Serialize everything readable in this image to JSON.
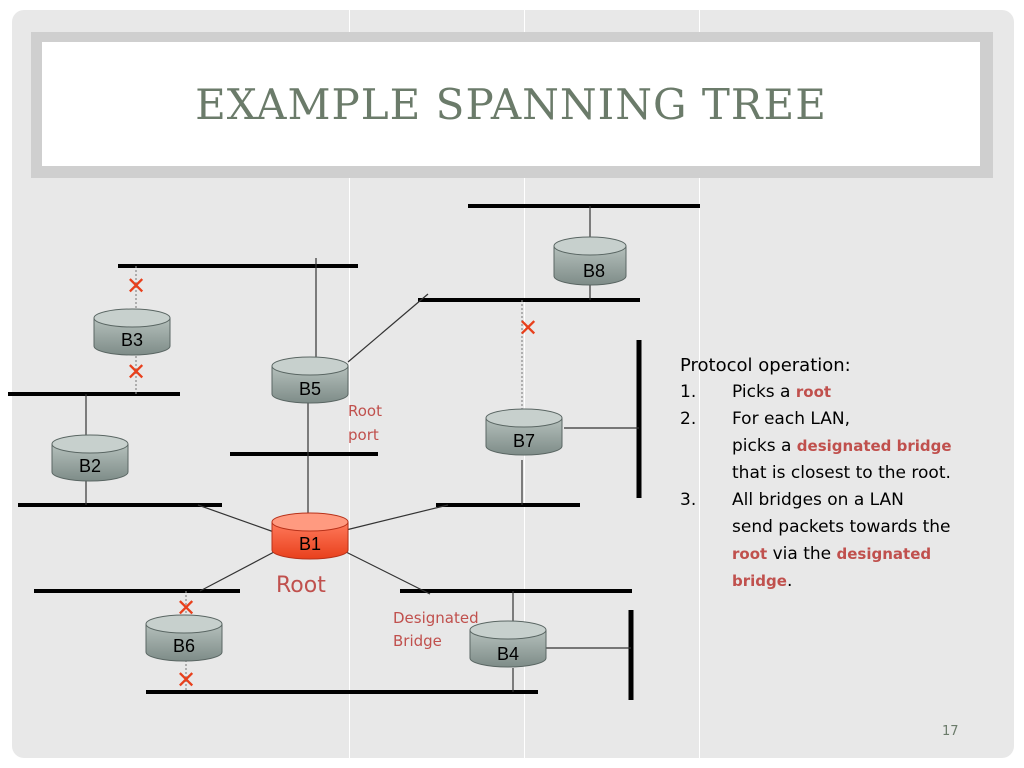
{
  "slide": {
    "title": "EXAMPLE SPANNING TREE",
    "page_number": "17"
  },
  "diagram": {
    "bridges": {
      "b1": "B1",
      "b2": "B2",
      "b3": "B3",
      "b4": "B4",
      "b5": "B5",
      "b6": "B6",
      "b7": "B7",
      "b8": "B8"
    },
    "root_label": "Root",
    "root_port_label": [
      "Root",
      "port"
    ],
    "designated_bridge_label": [
      "Designated",
      "Bridge"
    ],
    "blocked_mark": "✕"
  },
  "protocol": {
    "heading": "Protocol operation:",
    "step1": {
      "num": "1.",
      "text": "Picks a ",
      "highlight": "root"
    },
    "step2": {
      "num": "2.",
      "line1": "For each LAN,",
      "line2_pre": "picks a ",
      "line2_highlight": "designated bridge",
      "line3": "that is closest to the root."
    },
    "step3": {
      "num": "3.",
      "line1": "All bridges on a LAN",
      "line2": "send packets towards the",
      "line3_h1": "root",
      "line3_mid": " via the ",
      "line3_h2": "designated",
      "line4_h": "bridge",
      "line4_end": "."
    }
  },
  "colors": {
    "root_bridge": "#f0502d",
    "bridge": "#8e9b97",
    "title_text": "#6b7b6a",
    "accent_text": "#c0504d",
    "blocked": "#e8401c"
  }
}
